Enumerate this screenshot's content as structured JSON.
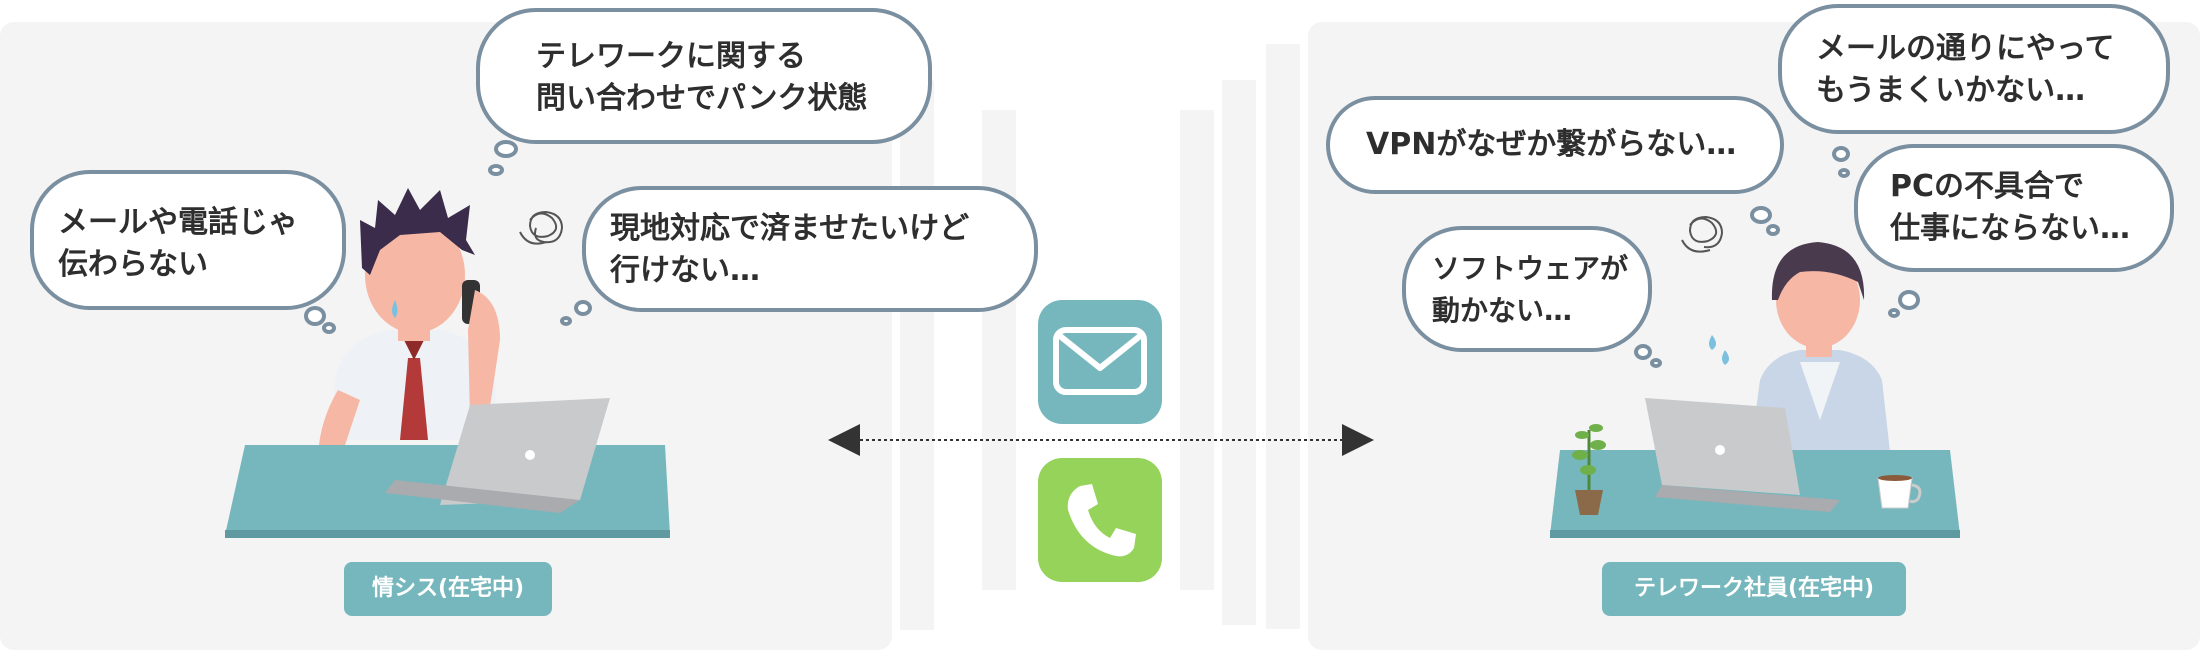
{
  "left_scene": {
    "label": "情シス(在宅中)",
    "bubbles": {
      "top": [
        "テレワークに関する",
        "問い合わせでパンク状態"
      ],
      "left": [
        "メールや電話じゃ",
        "伝わらない"
      ],
      "right": [
        "現地対応で済ませたいけど",
        "行けない…"
      ]
    }
  },
  "right_scene": {
    "label": "テレワーク社員(在宅中)",
    "bubbles": {
      "mail": [
        "メールの通りにやって",
        "もうまくいかない…"
      ],
      "vpn": [
        "VPNがなぜか繋がらない…"
      ],
      "pc": [
        "PCの不具合で",
        "仕事にならない…"
      ],
      "software": [
        "ソフトウェアが",
        "動かない…"
      ]
    }
  },
  "channels": {
    "mail_icon": "envelope-icon",
    "phone_icon": "phone-icon"
  },
  "colors": {
    "panel": "#f4f4f4",
    "bubble_border": "#7a8fa0",
    "desk": "#76b7bd",
    "mail_tile": "#76b7bd",
    "phone_tile": "#96d35a",
    "tie": "#b43a3a"
  }
}
